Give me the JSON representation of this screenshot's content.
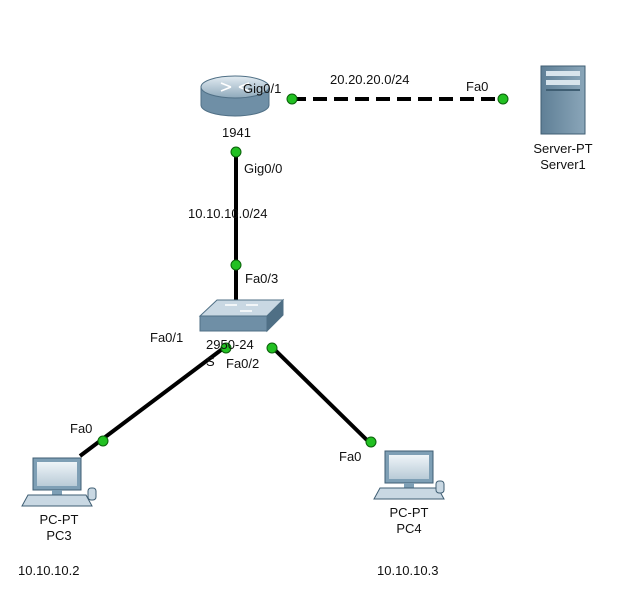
{
  "topology": {
    "router": {
      "model": "1941"
    },
    "switch": {
      "model": "2950-24",
      "name_fragment": "S"
    },
    "server": {
      "type": "Server-PT",
      "name": "Server1"
    },
    "pc3": {
      "type": "PC-PT",
      "name": "PC3",
      "ip": "10.10.10.2"
    },
    "pc4": {
      "type": "PC-PT",
      "name": "PC4",
      "ip": "10.10.10.3"
    }
  },
  "links": {
    "router_server": {
      "network": "20.20.20.0/24",
      "router_port": "Gig0/1",
      "server_port": "Fa0",
      "style": "dashed"
    },
    "router_switch": {
      "network": "10.10.10.0/24",
      "router_port": "Gig0/0",
      "switch_port": "Fa0/3",
      "style": "solid"
    },
    "switch_pc3": {
      "switch_port": "Fa0/1",
      "pc_port": "Fa0",
      "style": "solid"
    },
    "switch_pc4": {
      "switch_port": "Fa0/2",
      "pc_port": "Fa0",
      "style": "solid"
    }
  },
  "colors": {
    "link": "#000000",
    "port_up": "#22c022",
    "device_body": "#7e9fb5",
    "device_light": "#c9d8e3",
    "device_dark": "#4f6f85"
  }
}
